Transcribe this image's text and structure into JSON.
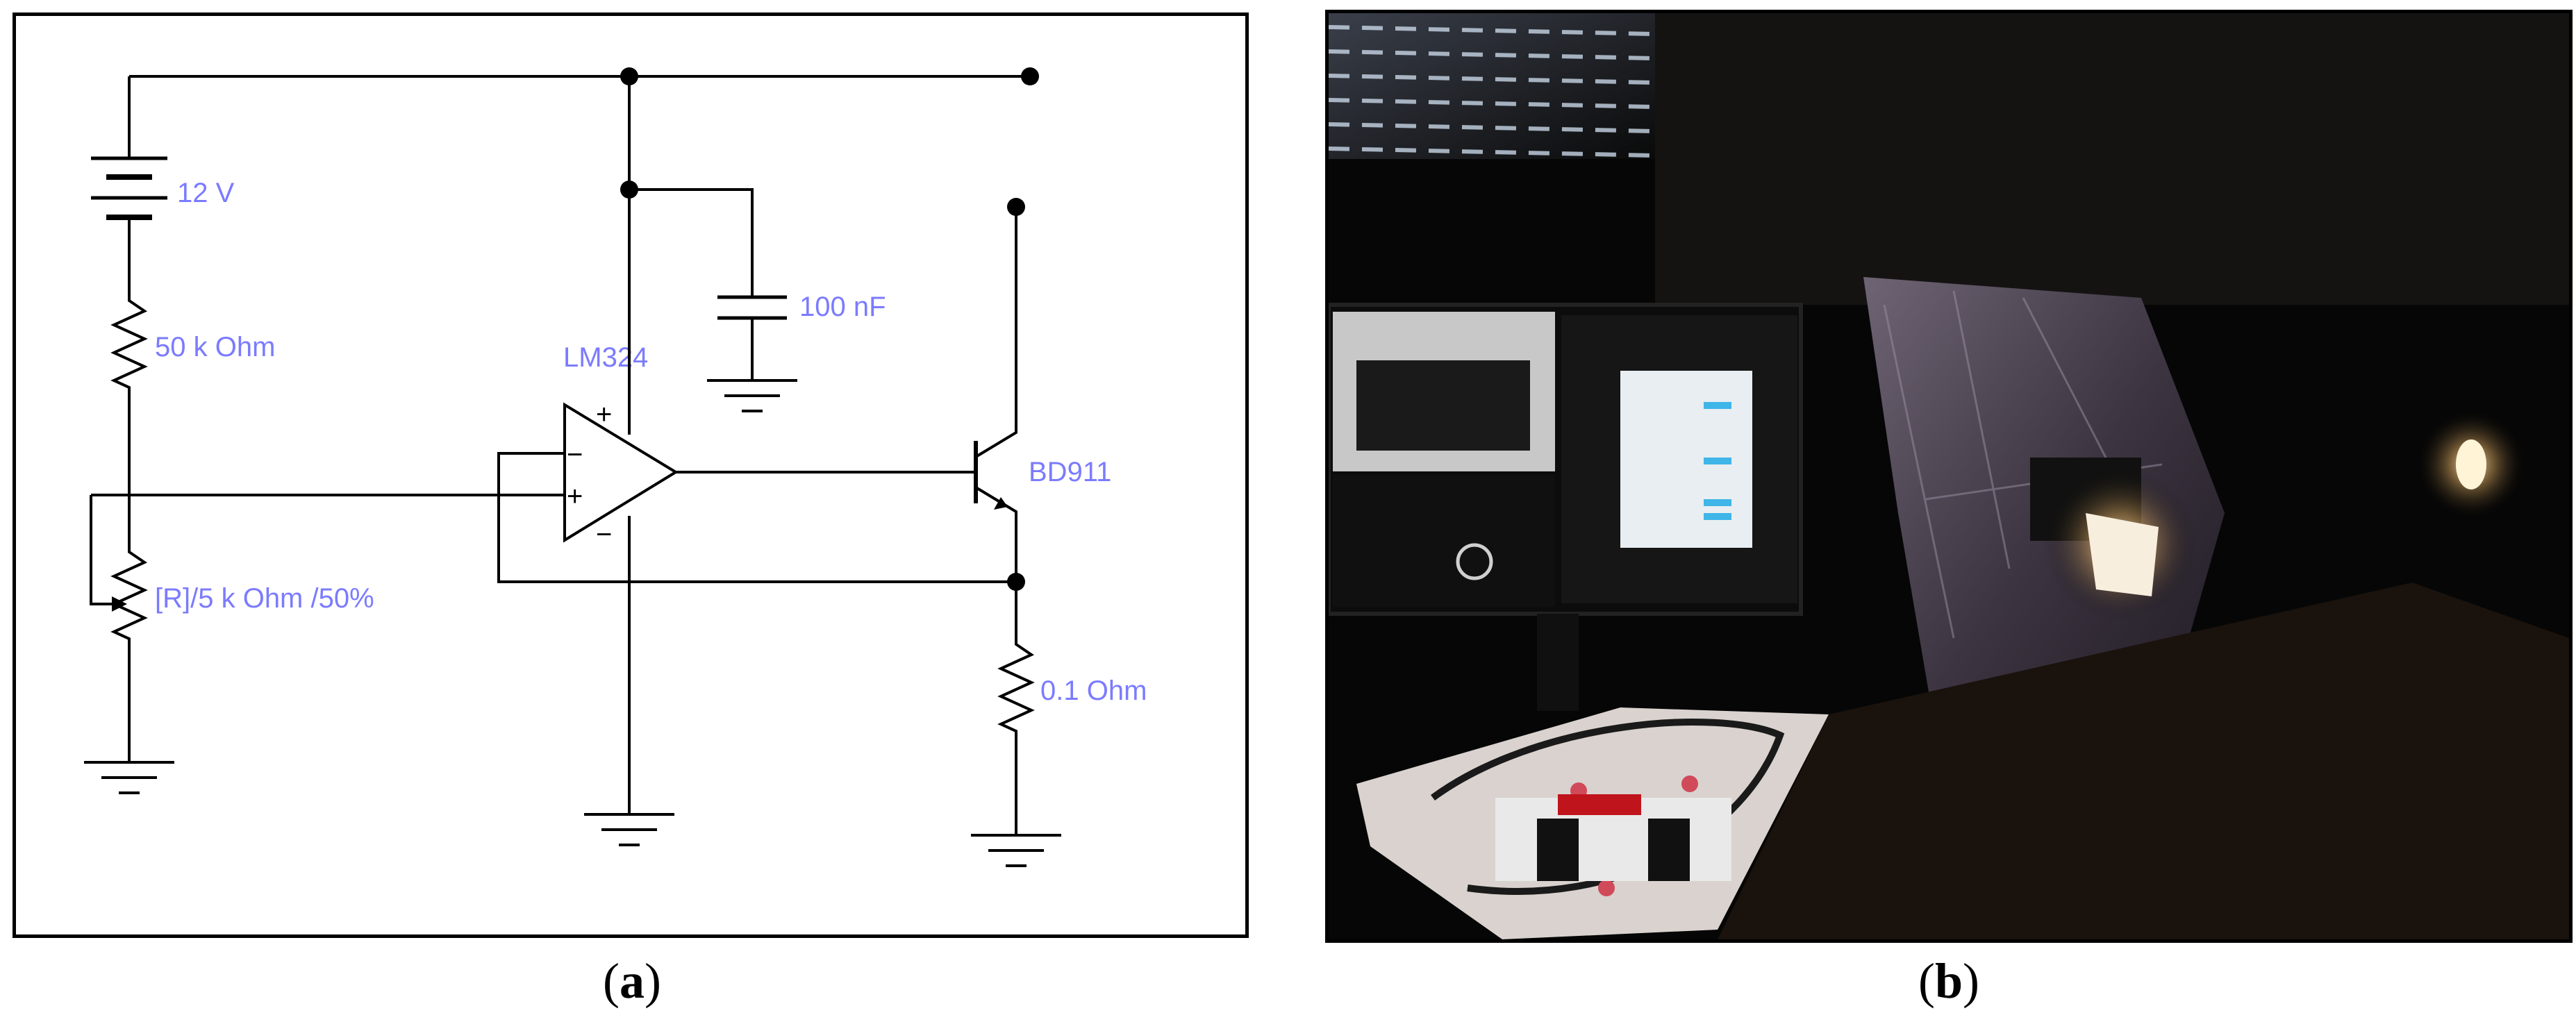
{
  "captions": {
    "a_open": "(",
    "a_letter": "a",
    "a_close": ")",
    "b_open": "(",
    "b_letter": "b",
    "b_close": ")"
  },
  "circuit": {
    "battery_label": "12 V",
    "resistor_label": "50 k Ohm",
    "capacitor_label": "100 nF",
    "opamp_label": "LM324",
    "transistor_label": "BD911",
    "potentiometer_label": "[R]/5 k Ohm /50%",
    "sense_resistor_label": "0.1  Ohm",
    "opamp_plus_top": "+",
    "opamp_minus_input": "−",
    "opamp_plus_input": "+",
    "opamp_minus_bottom": "−"
  },
  "colors": {
    "label": "#7b7bff",
    "wire": "#000000",
    "photo_bg": "#050505"
  }
}
